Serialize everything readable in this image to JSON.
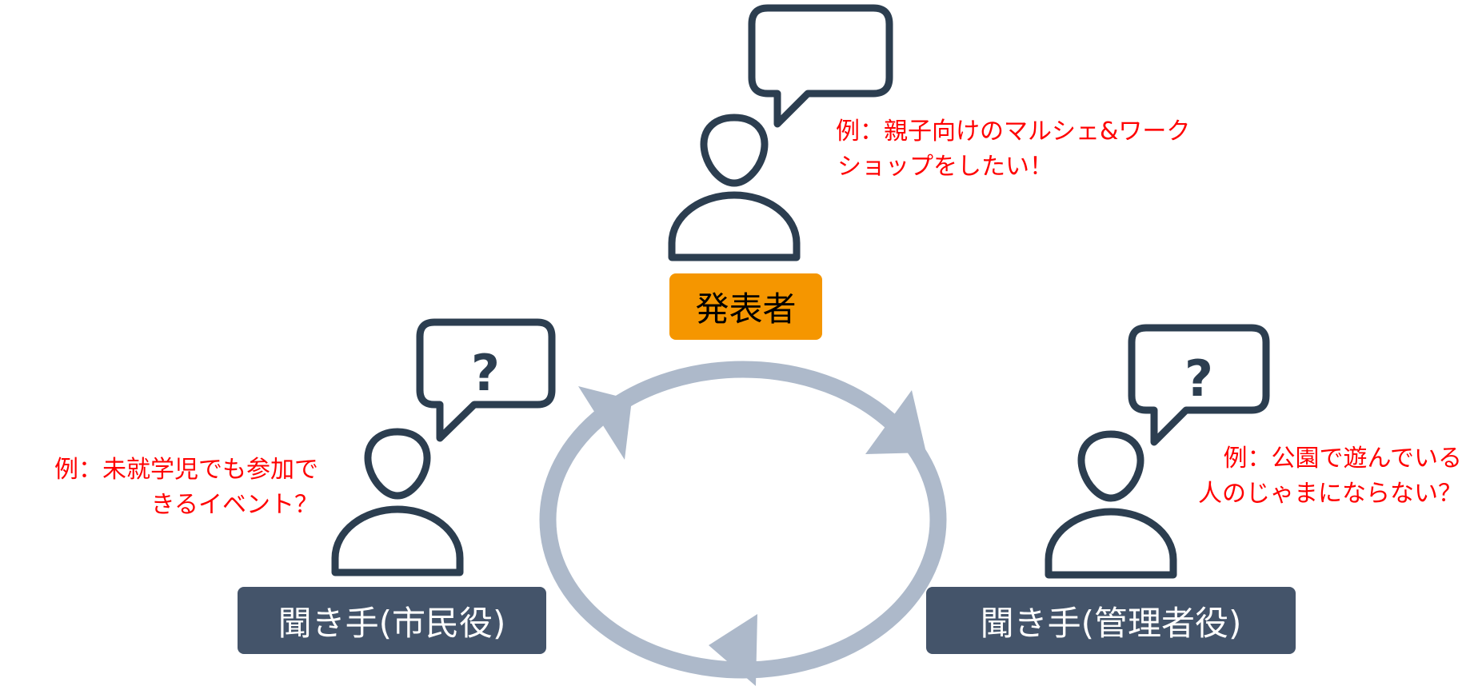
{
  "roles": {
    "presenter": {
      "label": "発表者",
      "note_line1": "例：親子向けのマルシェ&ワーク",
      "note_line2": "ショップをしたい！",
      "bubble_symbol": ""
    },
    "citizen_listener": {
      "label": "聞き手(市民役)",
      "note_line1": "例：未就学児でも参加で",
      "note_line2": "きるイベント？",
      "bubble_symbol": "?"
    },
    "manager_listener": {
      "label": "聞き手(管理者役)",
      "note_line1": "例：公園で遊んでいる",
      "note_line2": "人のじゃまにならない？",
      "bubble_symbol": "?"
    }
  },
  "colors": {
    "presenter_label_bg": "#f59600",
    "listener_label_bg": "#44546a",
    "icon_stroke": "#2c3e50",
    "cycle_arrow": "#adb9ca",
    "note_text": "#ff0000"
  },
  "icons": {
    "person": "person-icon",
    "speech_bubble": "speech-bubble-icon",
    "cycle": "cycle-arrows-icon"
  }
}
